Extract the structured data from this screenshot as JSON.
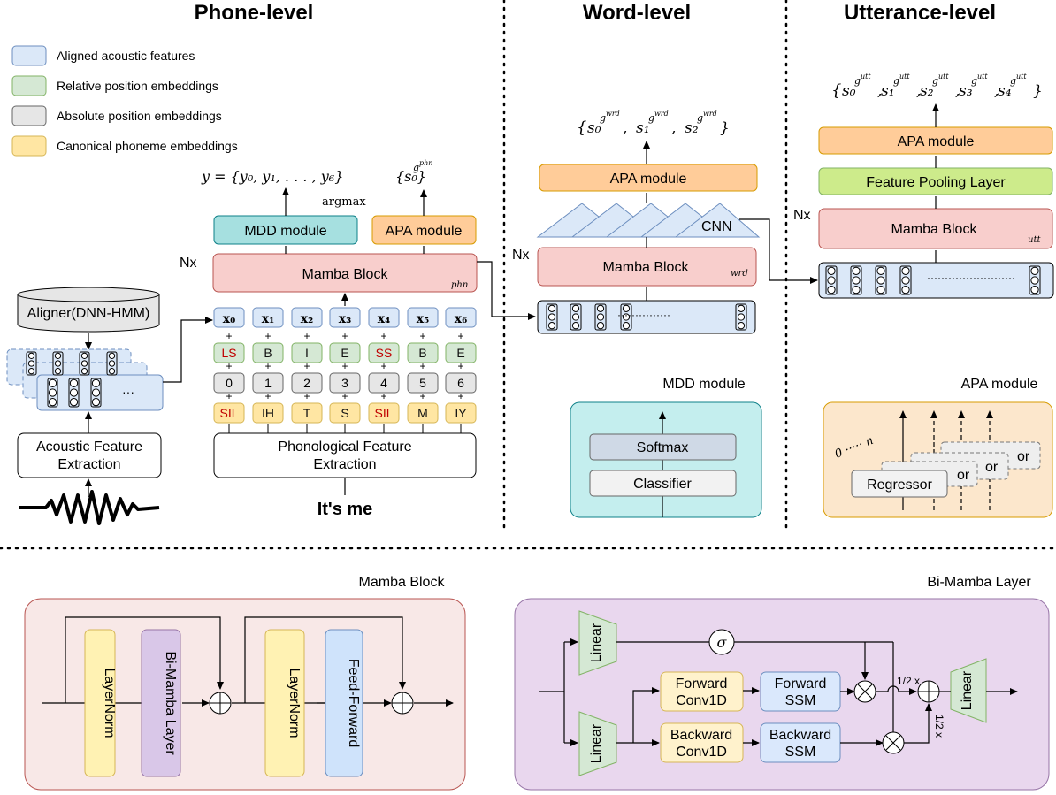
{
  "titles": {
    "phone_level": "Phone-level",
    "word_level": "Word-level",
    "utterance_level": "Utterance-level"
  },
  "legend": [
    {
      "label": "Aligned acoustic features",
      "color": "#dbe8f8",
      "stroke": "#6c8ebf"
    },
    {
      "label": "Relative position embeddings",
      "color": "#d5e8d4",
      "stroke": "#82b366"
    },
    {
      "label": "Absolute position embeddings",
      "color": "#e6e6e6",
      "stroke": "#666666"
    },
    {
      "label": "Canonical phoneme embeddings",
      "color": "#ffe6a3",
      "stroke": "#d6b656"
    }
  ],
  "phone": {
    "aligner": "Aligner(DNN-HMM)",
    "acoustic_fe": [
      "Acoustic Feature",
      "Extraction"
    ],
    "phonological_fe": [
      "Phonological Feature",
      "Extraction"
    ],
    "utterance_text": "It's me",
    "nx": "Nx",
    "mamba_block": "Mamba Block",
    "mamba_sub": "phn",
    "mdd_module": "MDD module",
    "apa_module": "APA module",
    "argmax": "argmax",
    "y_output": "y = {y₀, y₁, . . . , y₆}",
    "s_phn": "{s₀}",
    "s_phn_sup": "g",
    "s_phn_supsup": "phn",
    "ellipsis": "···",
    "x_tokens": [
      "x₀",
      "x₁",
      "x₂",
      "x₃",
      "x₄",
      "x₅",
      "x₆"
    ],
    "relative": [
      "LS",
      "B",
      "I",
      "E",
      "SS",
      "B",
      "E"
    ],
    "absolute": [
      "0",
      "1",
      "2",
      "3",
      "4",
      "5",
      "6"
    ],
    "phonemes": [
      "SIL",
      "IH",
      "T",
      "S",
      "SIL",
      "M",
      "IY"
    ],
    "plus": "+"
  },
  "word": {
    "apa_module": "APA module",
    "cnn": "CNN",
    "nx": "Nx",
    "mamba_block": "Mamba Block",
    "mamba_sub": "wrd",
    "output_tokens": [
      "s₀",
      "s₁",
      "s₂"
    ],
    "output_sup": "g",
    "output_supsup": "wrd",
    "mdd_title": "MDD module",
    "softmax": "Softmax",
    "classifier": "Classifier"
  },
  "utt": {
    "apa_module": "APA module",
    "pooling": "Feature Pooling Layer",
    "nx": "Nx",
    "mamba_block": "Mamba Block",
    "mamba_sub": "utt",
    "output_tokens": [
      "s₀",
      "s₁",
      "s₂",
      "s₃",
      "s₄"
    ],
    "output_sup": "g",
    "output_supsup": "utt",
    "apa_title": "APA module",
    "regressor": "Regressor",
    "regressor_partial": "or",
    "range_label": "0 ····· n"
  },
  "mamba_detail": {
    "title": "Mamba Block",
    "layernorm": "LayerNorm",
    "bimamba": "Bi-Mamba Layer",
    "feedforward": "Feed-Forward"
  },
  "bimamba_detail": {
    "title": "Bi-Mamba Layer",
    "linear": "Linear",
    "sigma": "σ",
    "forward_conv": [
      "Forward",
      "Conv1D"
    ],
    "forward_ssm": [
      "Forward",
      "SSM"
    ],
    "backward_conv": [
      "Backward",
      "Conv1D"
    ],
    "backward_ssm": [
      "Backward",
      "SSM"
    ],
    "half": "1/2 x"
  }
}
